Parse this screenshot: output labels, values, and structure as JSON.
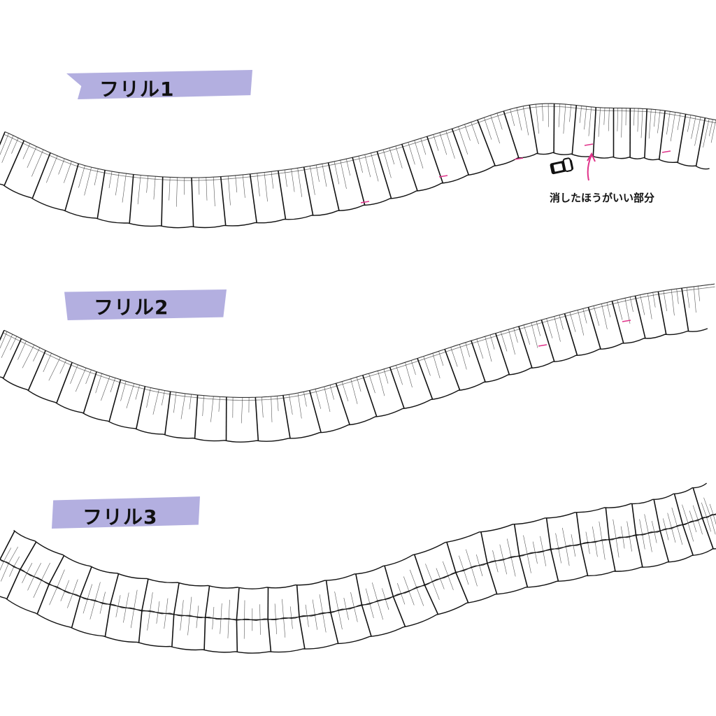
{
  "labels": {
    "frill1": "フリル1",
    "frill2": "フリル2",
    "frill3": "フリル3"
  },
  "annotation": {
    "text": "消したほうがいい部分",
    "icon": "eraser-icon",
    "arrow_color": "#e0338a"
  },
  "colors": {
    "tape": "#aba6dd",
    "ink": "#111111",
    "mark": "#e0338a"
  }
}
